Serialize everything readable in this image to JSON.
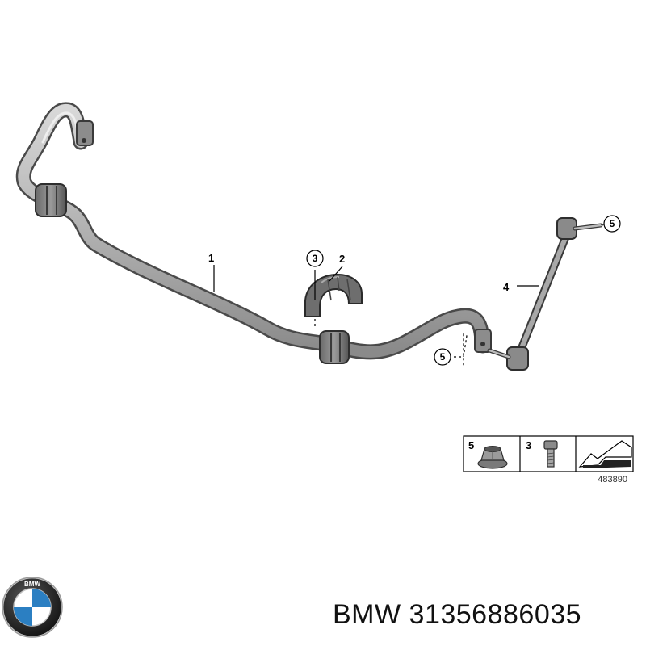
{
  "diagram": {
    "part_labels": [
      "1",
      "2",
      "4"
    ],
    "callouts": [
      "3",
      "5",
      "5"
    ],
    "legend": {
      "items": [
        {
          "number": "5",
          "icon": "flange-nut-icon"
        },
        {
          "number": "3",
          "icon": "hex-bolt-icon"
        },
        {
          "number": "",
          "icon": "direction-arrow-icon"
        }
      ],
      "reference": "483890"
    }
  },
  "footer": {
    "logo": "bmw-logo",
    "logo_text": "BMW",
    "brand": "BMW",
    "part_number": "31356886035"
  }
}
